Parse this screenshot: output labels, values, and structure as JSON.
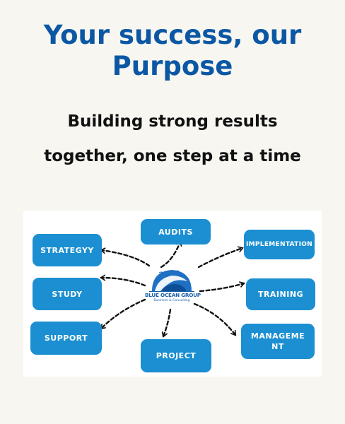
{
  "headline": "Your success, our Purpose",
  "subheadline": "Building strong results together, one step at a time",
  "diagram": {
    "logo": {
      "name": "BLUE OCEAN GROUP",
      "tagline": "Business & Consulting"
    },
    "nodes": {
      "audits": "AUDITS",
      "strategy": "STRATEGYY",
      "implementation": "IMPLEMENTATION",
      "study": "STUDY",
      "training": "TRAINING",
      "support": "SUPPORT",
      "project": "PROJECT",
      "management": "MANAGEMENT"
    }
  },
  "colors": {
    "headline": "#0b57a4",
    "node_fill": "#1b8fd1",
    "node_text": "#ffffff",
    "background": "#f7f6f1"
  }
}
